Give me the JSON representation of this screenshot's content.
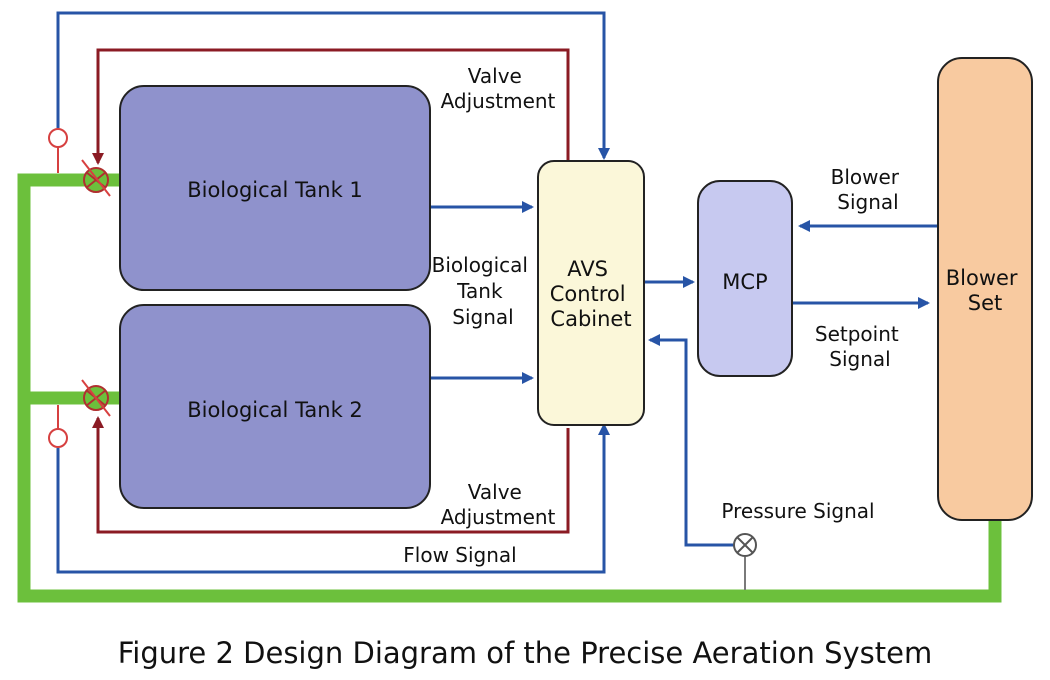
{
  "nodes": {
    "tank1": "Biological Tank 1",
    "tank2": "Biological Tank 2",
    "avs": [
      "AVS",
      "Control",
      "Cabinet"
    ],
    "mcp": "MCP",
    "blower": [
      "Blower",
      "Set"
    ]
  },
  "labels": {
    "valve_adjust_top": [
      "Valve",
      "Adjustment"
    ],
    "valve_adjust_bottom": [
      "Valve",
      "Adjustment"
    ],
    "tank_signal": [
      "Biological",
      "Tank",
      "Signal"
    ],
    "blower_signal": [
      "Blower",
      "Signal"
    ],
    "setpoint_signal": [
      "Setpoint",
      "Signal"
    ],
    "pressure_signal": "Pressure Signal",
    "flow_signal": "Flow Signal"
  },
  "caption": "Figure 2 Design Diagram of the Precise Aeration System",
  "colors": {
    "tank_fill": "#8f92cc",
    "avs_fill": "#fbf7d9",
    "mcp_fill": "#c7c9f0",
    "blower_fill": "#f8caa0",
    "air_pipe": "#6cc03c",
    "signal_blue": "#2754a6",
    "valve_red": "#8b1b24"
  }
}
